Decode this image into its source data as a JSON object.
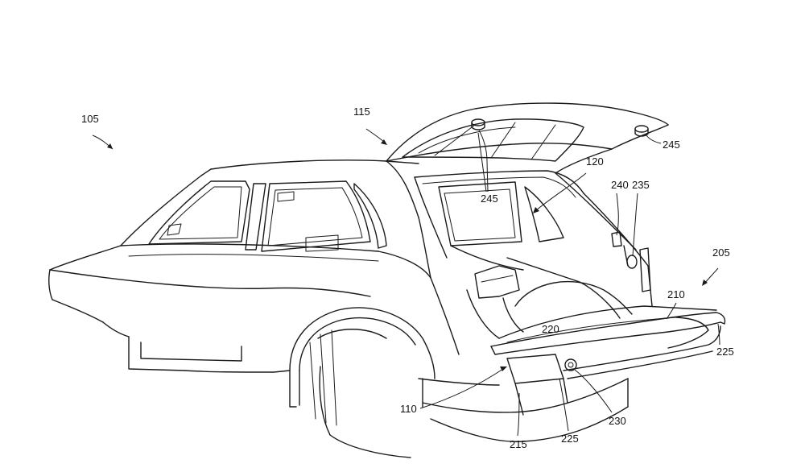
{
  "figure": {
    "labels": {
      "l105": "105",
      "l115": "115",
      "l120": "120",
      "l245a": "245",
      "l245b": "245",
      "l240": "240",
      "l235": "235",
      "l205": "205",
      "l210": "210",
      "l220": "220",
      "l225a": "225",
      "l110": "110",
      "l215": "215",
      "l225b": "225",
      "l230": "230"
    }
  }
}
